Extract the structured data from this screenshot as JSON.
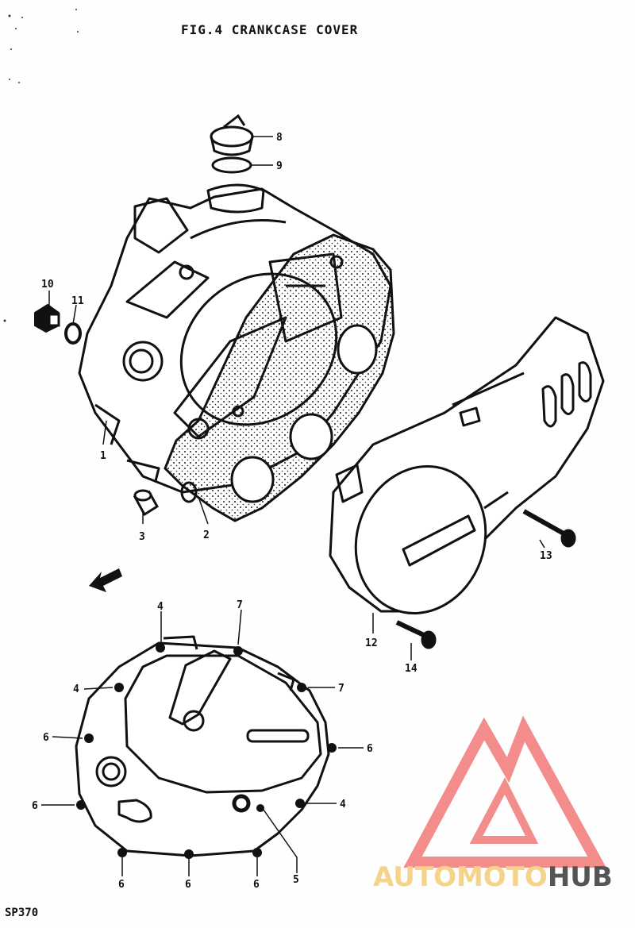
{
  "title": "FIG.4  CRANKCASE COVER",
  "diagram_code": "SP370",
  "callouts": [
    {
      "id": "c8",
      "label": "8"
    },
    {
      "id": "c9",
      "label": "9"
    },
    {
      "id": "c10",
      "label": "10"
    },
    {
      "id": "c11",
      "label": "11"
    },
    {
      "id": "c1",
      "label": "1"
    },
    {
      "id": "c3",
      "label": "3"
    },
    {
      "id": "c2",
      "label": "2"
    },
    {
      "id": "c13",
      "label": "13"
    },
    {
      "id": "c12",
      "label": "12"
    },
    {
      "id": "c14",
      "label": "14"
    },
    {
      "id": "c4a",
      "label": "4"
    },
    {
      "id": "c7a",
      "label": "7"
    },
    {
      "id": "c4b",
      "label": "4"
    },
    {
      "id": "c7b",
      "label": "7"
    },
    {
      "id": "c6a",
      "label": "6"
    },
    {
      "id": "c6b",
      "label": "6"
    },
    {
      "id": "c6c",
      "label": "6"
    },
    {
      "id": "c4c",
      "label": "4"
    },
    {
      "id": "c6d",
      "label": "6"
    },
    {
      "id": "c6e",
      "label": "6"
    },
    {
      "id": "c6f",
      "label": "6"
    },
    {
      "id": "c5",
      "label": "5"
    }
  ],
  "watermark": {
    "part1": "AUTOMOTO",
    "part2": "HUB",
    "color_light": "#f6d38a",
    "color_red": "#f07a78",
    "color_dark": "#555555"
  }
}
